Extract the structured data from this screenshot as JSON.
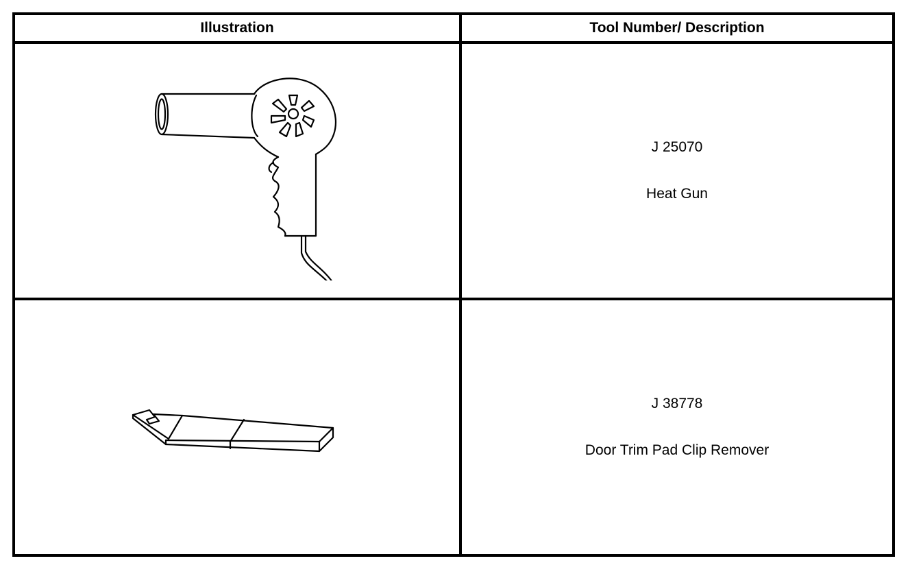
{
  "table": {
    "headers": {
      "illustration": "Illustration",
      "tool": "Tool Number/ Description"
    },
    "rows": [
      {
        "illustration_icon": "heat-gun-icon",
        "tool_number": "J 25070",
        "description": "Heat Gun"
      },
      {
        "illustration_icon": "clip-remover-icon",
        "tool_number": "J 38778",
        "description": "Door Trim Pad Clip Remover"
      }
    ]
  }
}
